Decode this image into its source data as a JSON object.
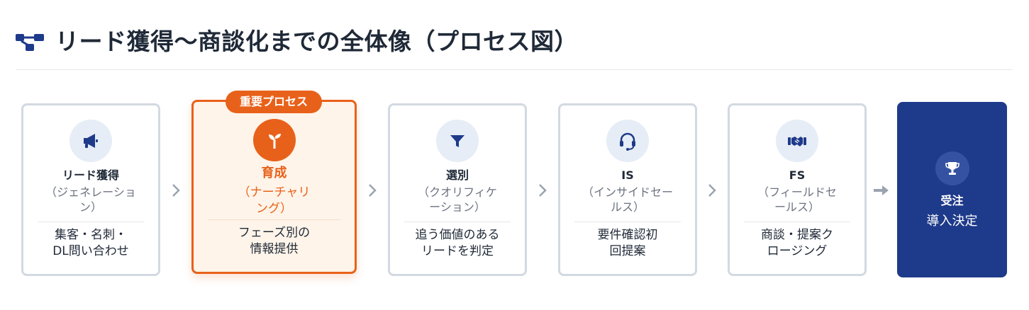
{
  "header": {
    "title": "リード獲得〜商談化までの全体像（プロセス図）",
    "icon": "sitemap-icon"
  },
  "badge": "重要プロセス",
  "steps": [
    {
      "title": "リード獲得",
      "sub": "（ジェネレーション）",
      "desc": "集客・名刺・DL問い合わせ",
      "icon": "megaphone-icon"
    },
    {
      "title": "育成",
      "sub": "（ナーチャリング）",
      "desc": "フェーズ別の情報提供",
      "icon": "seedling-icon",
      "highlight": true
    },
    {
      "title": "選別",
      "sub": "（クオリフィケーション）",
      "desc": "追う価値のあるリードを判定",
      "icon": "filter-icon"
    },
    {
      "title": "IS",
      "sub": "（インサイドセールス）",
      "desc": "要件確認初回提案",
      "icon": "headset-icon"
    },
    {
      "title": "FS",
      "sub": "（フィールドセールス）",
      "desc": "商談・提案クロージング",
      "icon": "handshake-icon"
    }
  ],
  "final": {
    "title": "受注",
    "desc": "導入決定",
    "icon": "trophy-icon"
  },
  "colors": {
    "accent": "#e8611a",
    "navy": "#1e3a8a",
    "icon": "#1e3a8a",
    "border": "#d3d9e1"
  }
}
